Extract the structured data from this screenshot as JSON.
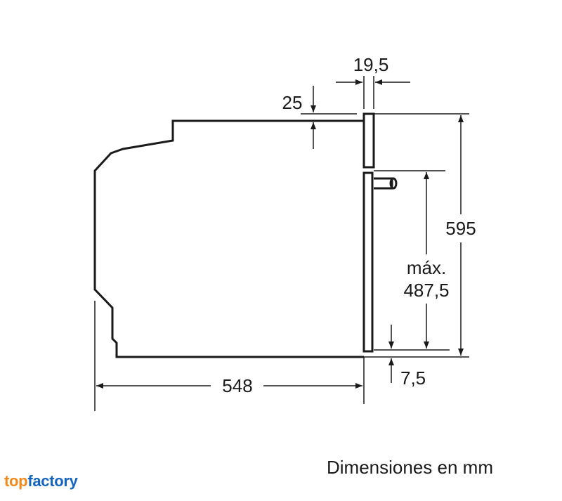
{
  "dimensions": {
    "depth": "548",
    "height": "595",
    "max_inner_label": "máx.",
    "max_inner_value": "487,5",
    "top_gap": "25",
    "front_panel": "19,5",
    "bottom_gap": "7,5"
  },
  "caption": "Dimensiones en mm",
  "brand": {
    "part1": "top",
    "part2": "factory",
    "color1": "#f08a1c",
    "color2": "#1565c0"
  },
  "colors": {
    "line": "#1a1a1a",
    "background": "#ffffff"
  }
}
